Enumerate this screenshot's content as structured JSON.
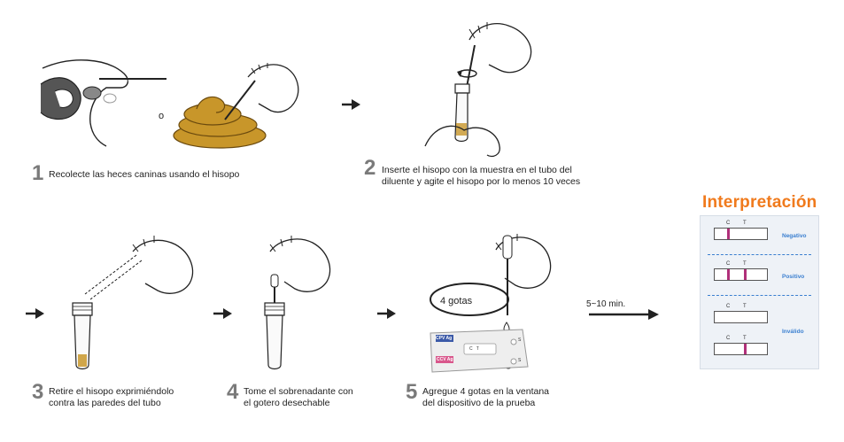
{
  "steps": [
    {
      "num": "1",
      "text_lines": [
        "Recolecte las heces caninas usando el hisopo"
      ]
    },
    {
      "num": "2",
      "text_lines": [
        "Inserte el hisopo con la muestra en el tubo del",
        "diluente y agite el hisopo por lo menos 10 veces"
      ]
    },
    {
      "num": "3",
      "text_lines": [
        "Retire el hisopo exprimiéndolo",
        "contra las paredes del tubo"
      ]
    },
    {
      "num": "4",
      "text_lines": [
        "Tome el sobrenadante con",
        "el gotero desechable"
      ]
    },
    {
      "num": "5",
      "text_lines": [
        "Agregue 4 gotas en la ventana",
        "del dispositivo de la prueba"
      ]
    }
  ],
  "labels": {
    "or_symbol": "o",
    "drops": "4 gotas",
    "time": "5~10 min.",
    "device_top_badge": "CPV Ag",
    "device_bottom_badge": "CCV Ag",
    "device_window": "C   T",
    "device_s": "S"
  },
  "interpretation": {
    "title": "Interpretación",
    "c_label": "C",
    "t_label": "T",
    "results": [
      "Negativo",
      "Positivo",
      "Inválido"
    ]
  },
  "colors": {
    "stool": "#c8962a",
    "stool_outline": "#6b4a0e",
    "title_orange": "#f07a1c",
    "result_blue": "#3a7fd0",
    "test_line": "#b0307a",
    "cpv_badge": "#3c5aa8",
    "ccv_badge": "#d9578c"
  }
}
